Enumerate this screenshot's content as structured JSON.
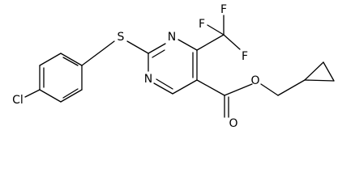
{
  "structure": {
    "atoms": [
      {
        "id": "cl",
        "label": "Cl"
      },
      {
        "id": "s",
        "label": "S"
      },
      {
        "id": "n_top",
        "label": "N"
      },
      {
        "id": "n_bottom",
        "label": "N"
      },
      {
        "id": "f_top",
        "label": "F"
      },
      {
        "id": "f_left",
        "label": "F"
      },
      {
        "id": "f_right",
        "label": "F"
      },
      {
        "id": "o_carbonyl",
        "label": "O"
      },
      {
        "id": "o_ester",
        "label": "O"
      }
    ]
  }
}
